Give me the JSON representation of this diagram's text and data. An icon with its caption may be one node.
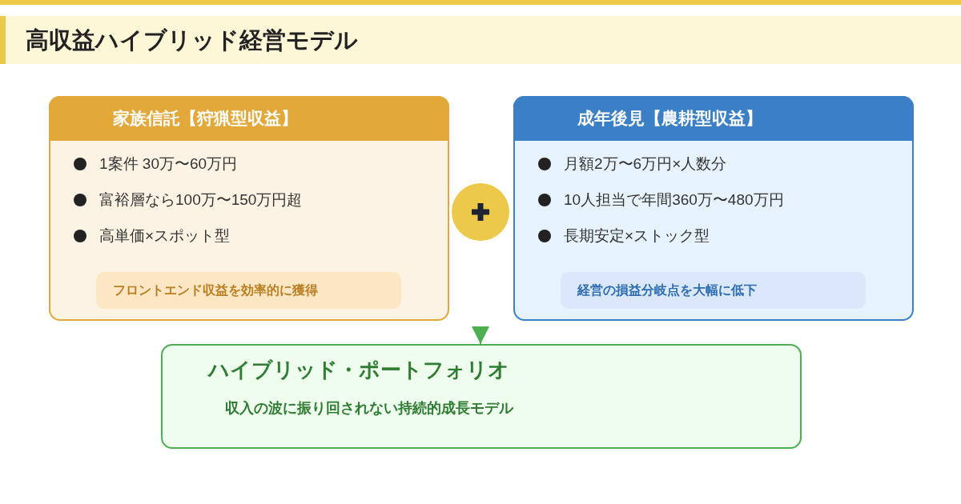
{
  "diagram": {
    "title": "高収益ハイブリッド経営モデル",
    "nodes": [
      {
        "text": [
          "家族信託【狩猟型収益】",
          "1案件 30万〜60万円",
          "富裕層なら100万〜150万円超",
          "高単価×スポット型"
        ]
      },
      {
        "text": [
          "フロントエンド収益を効率的に獲得"
        ],
        "in": 0
      },
      {
        "text": [
          "成年後見【農耕型収益】",
          "月額2万〜6万円×人数分",
          "10人担当で年間360万〜480万円",
          "長期安定×ストック型"
        ]
      },
      {
        "text": [
          "経営の損益分岐点を大幅に低下"
        ],
        "in": 2
      },
      {
        "text": [
          "ハイブリッド・ポートフォリオ",
          "収入の波に振り回されない持続的成長モデル"
        ]
      }
    ],
    "edges": [
      {
        "from": null,
        "to": 4,
        "arrow": "to"
      }
    ]
  }
}
